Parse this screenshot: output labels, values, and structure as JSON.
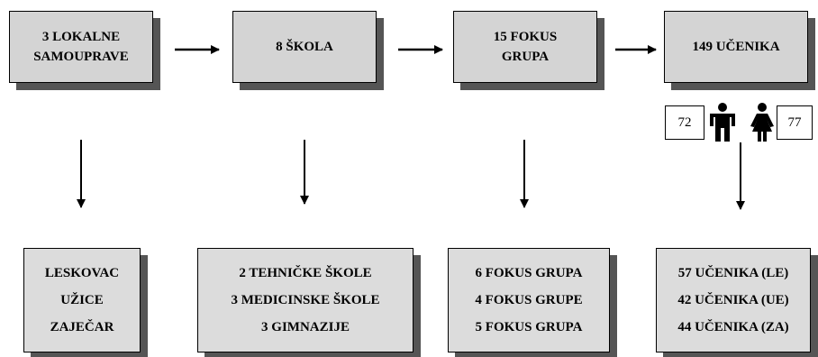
{
  "top_boxes": [
    {
      "label": "3 LOKALNE\nSAMOUPRAVE"
    },
    {
      "label": "8 ŠKOLA"
    },
    {
      "label": "15 FOKUS\nGRUPA"
    },
    {
      "label": "149 UČENIKA"
    }
  ],
  "bottom_boxes": [
    {
      "lines": [
        "LESKOVAC",
        "UŽICE",
        "ZAJEČAR"
      ]
    },
    {
      "lines": [
        "2 TEHNIČKE ŠKOLE",
        "3 MEDICINSKE ŠKOLE",
        "3 GIMNAZIJE"
      ]
    },
    {
      "lines": [
        "6 FOKUS GRUPA",
        "4 FOKUS GRUPE",
        "5 FOKUS GRUPA"
      ]
    },
    {
      "lines": [
        "57 UČENIKA (LE)",
        "42 UČENIKA (UE)",
        "44 UČENIKA (ZA)"
      ]
    }
  ],
  "gender": {
    "male_count": "72",
    "female_count": "77",
    "male_icon": "male-person-icon",
    "female_icon": "female-person-icon"
  },
  "colors": {
    "box_fill": "#d4d4d4",
    "shadow": "#555555",
    "line": "#000000"
  }
}
